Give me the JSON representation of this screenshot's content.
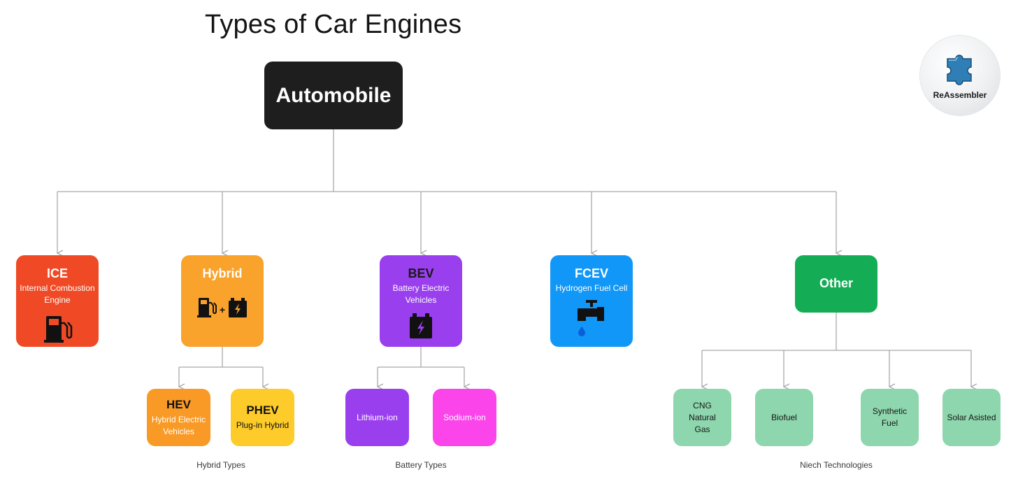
{
  "title": "Types of Car Engines",
  "root": {
    "label": "Automobile"
  },
  "categories": {
    "ice": {
      "label": "ICE",
      "sub": "Internal Combustion Engine",
      "icon": "fuel-pump-icon"
    },
    "hybrid": {
      "label": "Hybrid",
      "icons": [
        "fuel-pump-icon",
        "plus-sign",
        "battery-icon"
      ],
      "plus": "+"
    },
    "bev": {
      "label": "BEV",
      "sub": "Battery Electric Vehicles",
      "icon": "battery-icon"
    },
    "fcev": {
      "label": "FCEV",
      "sub": "Hydrogen Fuel Cell",
      "icon": "water-tap-icon"
    },
    "other": {
      "label": "Other"
    }
  },
  "hybrid_types": [
    {
      "label": "HEV",
      "sub": "Hybrid Electric Vehicles"
    },
    {
      "label": "PHEV",
      "sub": "Plug-in Hybrid"
    }
  ],
  "battery_types": [
    {
      "label": "Lithium-ion"
    },
    {
      "label": "Sodium-ion"
    }
  ],
  "niche_technologies": [
    {
      "label": "CNG Natural Gas"
    },
    {
      "label": "Biofuel"
    },
    {
      "label": "Synthetic Fuel"
    },
    {
      "label": "Solar Asisted"
    }
  ],
  "group_labels": {
    "hybrid": "Hybrid Types",
    "battery": "Battery Types",
    "niche": "Niech Technologies"
  },
  "logo": {
    "text": "ReAssembler",
    "icon": "puzzle-piece-icon"
  },
  "colors": {
    "root": "#1e1e1e",
    "ice": "#ef4a25",
    "hybrid": "#f9a22c",
    "bev": "#9a3fee",
    "fcev": "#1197f8",
    "other": "#14ad55",
    "hev": "#f99a27",
    "phev": "#fdcb2a",
    "lithium": "#9a3fee",
    "sodium": "#fb44ea",
    "niche": "#8ed6ad",
    "connector": "#a9a9a9"
  }
}
